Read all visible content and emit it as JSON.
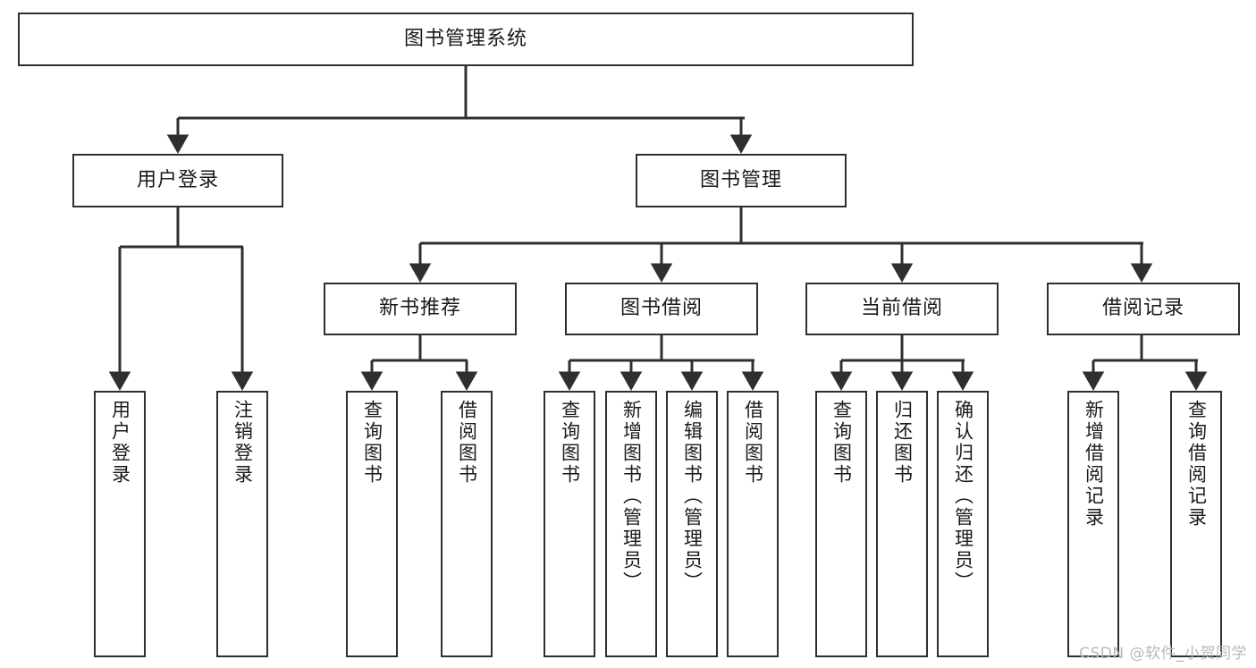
{
  "diagram": {
    "title": "图书管理系统",
    "type": "tree-hierarchy",
    "watermark": "CSDN @软件_小贺同学",
    "colors": {
      "background": "#ffffff",
      "box_border": "#2f2f2f",
      "box_fill": "#ffffff",
      "connector": "#2f2f2f",
      "text": "#1a1a1a",
      "watermark": "#b9b9b9"
    },
    "root": {
      "id": "root",
      "label": "图书管理系统"
    },
    "level2": [
      {
        "id": "user-login",
        "label": "用户登录"
      },
      {
        "id": "book-manage",
        "label": "图书管理"
      }
    ],
    "level3": [
      {
        "id": "new-book-recommend",
        "label": "新书推荐",
        "parent": "book-manage"
      },
      {
        "id": "book-borrow",
        "label": "图书借阅",
        "parent": "book-manage"
      },
      {
        "id": "current-borrow",
        "label": "当前借阅",
        "parent": "book-manage"
      },
      {
        "id": "borrow-record",
        "label": "借阅记录",
        "parent": "book-manage"
      }
    ],
    "leaves": {
      "user-login": [
        {
          "id": "leaf-user-login",
          "label": "用户登录"
        },
        {
          "id": "leaf-logout",
          "label": "注销登录"
        }
      ],
      "new-book-recommend": [
        {
          "id": "leaf-query-book-1",
          "label": "查询图书"
        },
        {
          "id": "leaf-borrow-book-1",
          "label": "借阅图书"
        }
      ],
      "book-borrow": [
        {
          "id": "leaf-query-book-2",
          "label": "查询图书"
        },
        {
          "id": "leaf-add-book",
          "label": "新增图书（管理员）"
        },
        {
          "id": "leaf-edit-book",
          "label": "编辑图书（管理员）"
        },
        {
          "id": "leaf-borrow-book-2",
          "label": "借阅图书"
        }
      ],
      "current-borrow": [
        {
          "id": "leaf-query-book-3",
          "label": "查询图书"
        },
        {
          "id": "leaf-return-book",
          "label": "归还图书"
        },
        {
          "id": "leaf-confirm-return",
          "label": "确认归还（管理员）"
        }
      ],
      "borrow-record": [
        {
          "id": "leaf-add-record",
          "label": "新增借阅记录"
        },
        {
          "id": "leaf-query-record",
          "label": "查询借阅记录"
        }
      ]
    }
  }
}
